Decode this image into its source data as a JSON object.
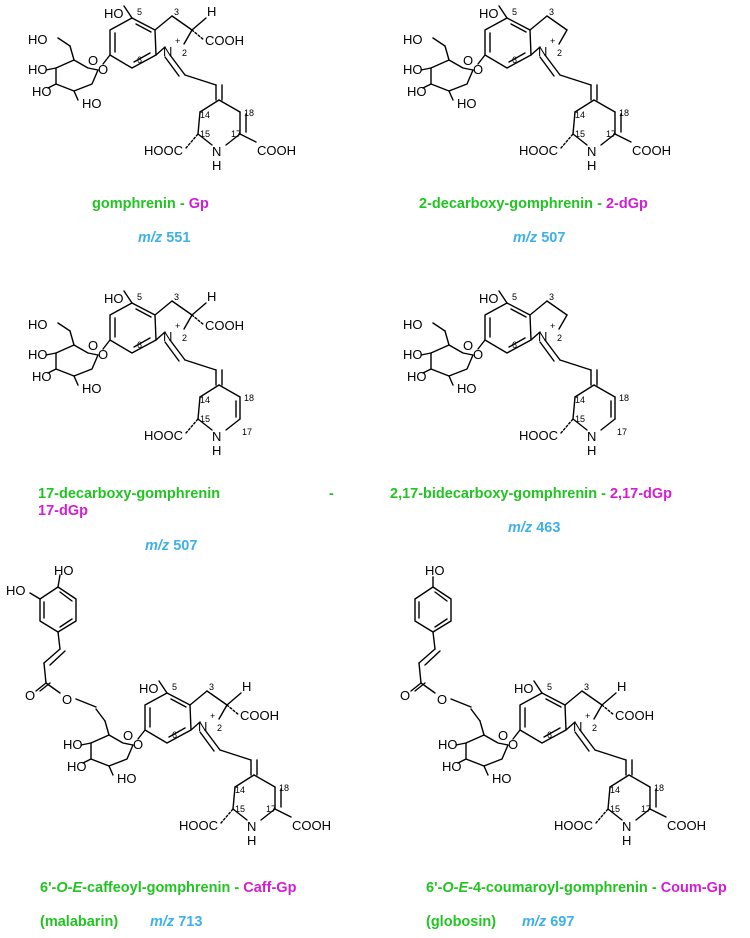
{
  "atoms": {
    "HO": "HO",
    "H": "H",
    "COOH": "COOH",
    "HOOC": "HOOC",
    "N": "N",
    "NH_H": "H",
    "O": "O",
    "plus": "+"
  },
  "numbering": {
    "n2": "2",
    "n3": "3",
    "n5": "5",
    "n6": "6",
    "n14": "14",
    "n15": "15",
    "n17": "17",
    "n18": "18"
  },
  "compounds": [
    {
      "id": "gp",
      "name": "gomphrenin",
      "sep": "-",
      "abbr": "Gp",
      "mz_label": "m/z",
      "mz_value": "551"
    },
    {
      "id": "2dgp",
      "name": "2-decarboxy-gomphrenin",
      "sep": "-",
      "abbr": "2-dGp",
      "mz_label": "m/z",
      "mz_value": "507"
    },
    {
      "id": "17dgp",
      "name": "17-decarboxy-gomphrenin",
      "sep": "-",
      "abbr": "17-dGp",
      "mz_label": "m/z",
      "mz_value": "507"
    },
    {
      "id": "217dgp",
      "name": "2,17-bidecarboxy-gomphrenin",
      "sep": "-",
      "abbr": "2,17-dGp",
      "mz_label": "m/z",
      "mz_value": "463"
    },
    {
      "id": "caffgp",
      "name_prefix": "6'-",
      "name_ital": "O-E",
      "name_rest": "-caffeoyl-gomphrenin",
      "sep": "-",
      "abbr": "Caff-Gp",
      "trivial": "(malabarin)",
      "mz_label": "m/z",
      "mz_value": "713"
    },
    {
      "id": "coumgp",
      "name_prefix": "6'-",
      "name_ital": "O-E",
      "name_rest": "-4-coumaroyl-gomphrenin",
      "sep": "-",
      "abbr": "Coum-Gp",
      "trivial": "(globosin)",
      "mz_label": "m/z",
      "mz_value": "697"
    }
  ]
}
